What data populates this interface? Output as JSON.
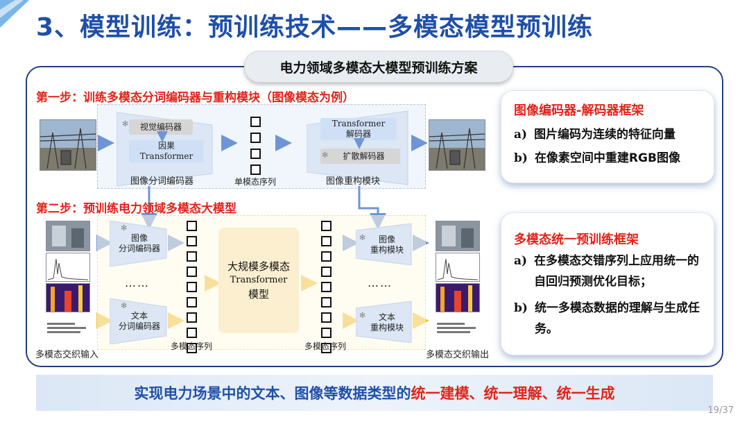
{
  "title": "3、模型训练：预训练技术——多模态模型预训练",
  "header": "电力领域多模态大模型预训练方案",
  "step1": {
    "title": "第一步：训练多模态分词编码器与重构模块（图像模态为例）",
    "visual_encoder": "视觉编码器",
    "causal_transformer": [
      "因果",
      "Transformer"
    ],
    "tokenizer_label": "图像分词编码器",
    "single_seq_label": "单模态序列",
    "decoder": [
      "Transformer",
      "解码器"
    ],
    "diffusion_decoder": "扩散解码器",
    "recon_label": "图像重构模块"
  },
  "step2": {
    "title": "第二步：预训练电力领域多模态大模型",
    "img_tokenizer": [
      "图像",
      "分词编码器"
    ],
    "txt_tokenizer": [
      "文本",
      "分词编码器"
    ],
    "ellipsis": "……",
    "seq_label_left": "多模态序列",
    "seq_label_right": "多模态序列",
    "big_model": [
      "大规模多模态",
      "Transformer",
      "模型"
    ],
    "img_recon": [
      "图像",
      "重构模块"
    ],
    "txt_recon": [
      "文本",
      "重构模块"
    ],
    "input_label": "多模态交织输入",
    "output_label": "多模态交织输出"
  },
  "card1": {
    "title": "图像编码器-解码器框架",
    "items": [
      {
        "key": "a)",
        "text": "图片编码为连续的特征向量"
      },
      {
        "key": "b)",
        "text": "在像素空间中重建RGB图像"
      }
    ]
  },
  "card2": {
    "title": "多模态统一预训练框架",
    "items": [
      {
        "key": "a)",
        "text": "在多模态交错序列上应用统一的自回归预测优化目标；"
      },
      {
        "key": "b)",
        "text": "统一多模态数据的理解与生成任务。"
      }
    ]
  },
  "bottom": {
    "prefix": "实现电力场景中的文本、图像等数据类型的",
    "hl1": "统一建模",
    "sep1": "、",
    "hl2": "统一理解",
    "sep2": "、",
    "hl3": "统一生成"
  },
  "page": "19/37",
  "colors": {
    "title_blue": "#1f4fa8",
    "red": "#e2231a",
    "frame": "#1f3f86",
    "arrow_blue": "#6f95d6",
    "arrow_yellow": "#f0c040"
  }
}
